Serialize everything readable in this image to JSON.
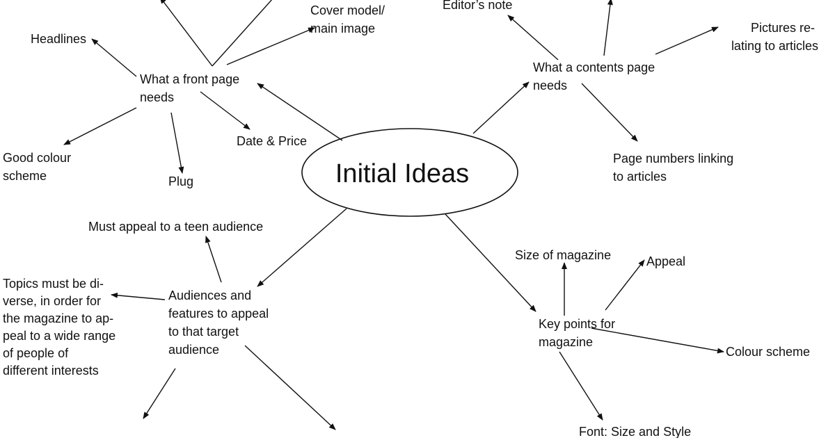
{
  "center": {
    "label": "Initial Ideas"
  },
  "front_page": {
    "hub_line1": "What a front page",
    "hub_line2": "needs",
    "headlines": "Headlines",
    "cover_line1": "Cover model/",
    "cover_line2": "main image",
    "colour_line1": "Good colour",
    "colour_line2": "scheme",
    "plug": "Plug",
    "date_price": "Date & Price"
  },
  "contents_page": {
    "hub_line1": "What a contents page",
    "hub_line2": "needs",
    "editors_note": "Editor’s note",
    "pictures_line1": "Pictures re-",
    "pictures_line2": "lating to articles",
    "page_numbers_line1": "Page numbers linking",
    "page_numbers_line2": "to articles"
  },
  "audiences": {
    "hub_line1": "Audiences and",
    "hub_line2": "features to appeal",
    "hub_line3": "to that target",
    "hub_line4": "audience",
    "teen": "Must appeal to a teen audience",
    "topics_line1": "Topics must be di-",
    "topics_line2": "verse, in order for",
    "topics_line3": "the magazine to ap-",
    "topics_line4": "peal to a wide range",
    "topics_line5": "of people of",
    "topics_line6": "different interests"
  },
  "key_points": {
    "hub_line1": "Key points for",
    "hub_line2": "magazine",
    "size": "Size of magazine",
    "appeal": "Appeal",
    "colour": "Colour scheme",
    "font": "Font: Size and Style"
  }
}
